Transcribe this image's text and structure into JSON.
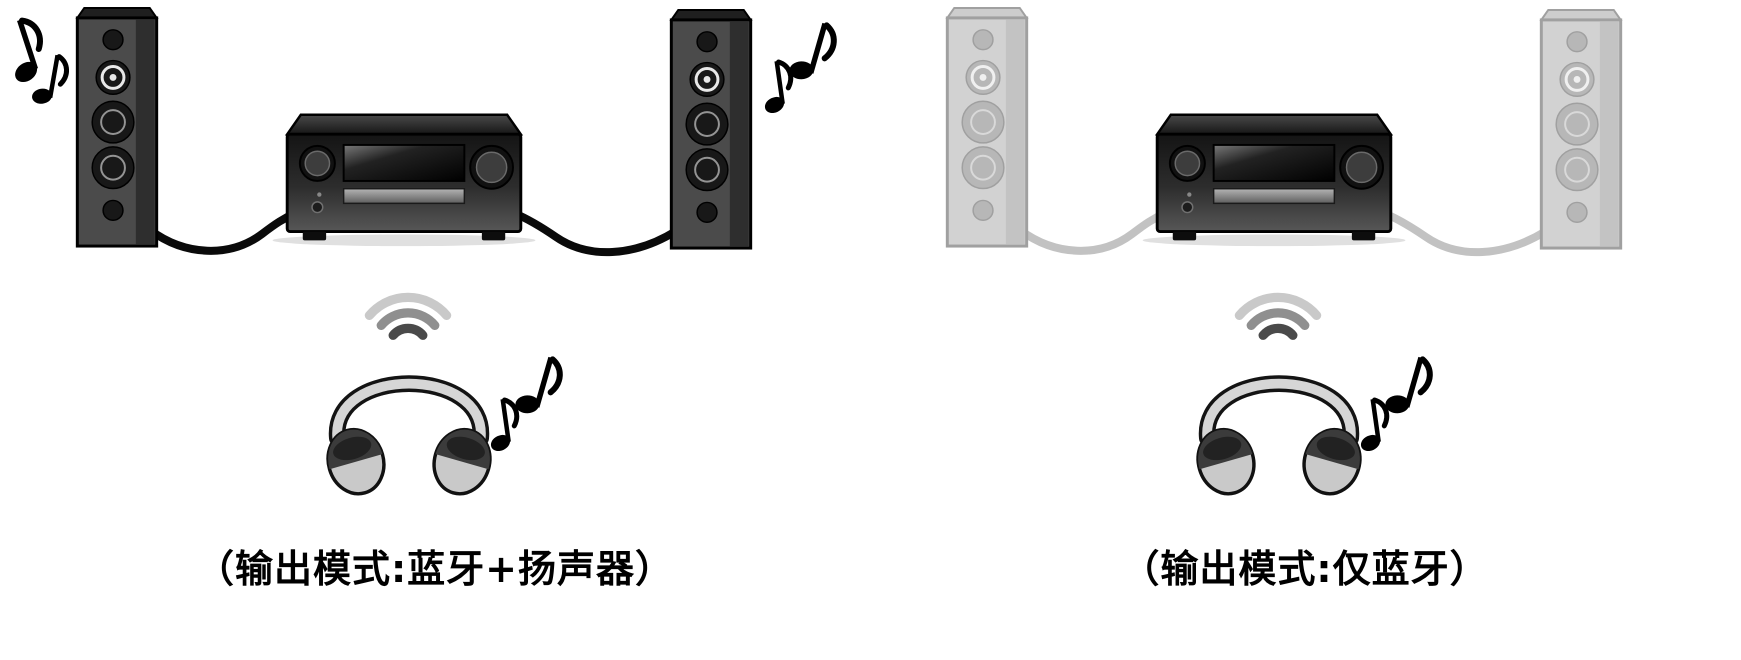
{
  "diagram": {
    "panels": [
      {
        "caption": "（输出模式:蓝牙+扬声器）",
        "speakers_active": true,
        "speaker_notes_visible": true,
        "headphone_notes_visible": true
      },
      {
        "caption": "（输出模式:仅蓝牙）",
        "speakers_active": false,
        "speaker_notes_visible": false,
        "headphone_notes_visible": true
      }
    ],
    "icons": {
      "music_note": "eighth-note",
      "wireless_waves": "three-radiating-arcs",
      "speaker": "floor-standing-speaker",
      "receiver": "av-receiver",
      "headphones": "over-ear-headphones"
    },
    "colors": {
      "ink": "#000000",
      "bg": "#ffffff",
      "active": "#0a0a0a",
      "inactive": "#c2c2c2",
      "wave_outer": "#c9c9c9",
      "wave_mid": "#8f8f8f",
      "wave_inner": "#4a4a4a"
    }
  }
}
